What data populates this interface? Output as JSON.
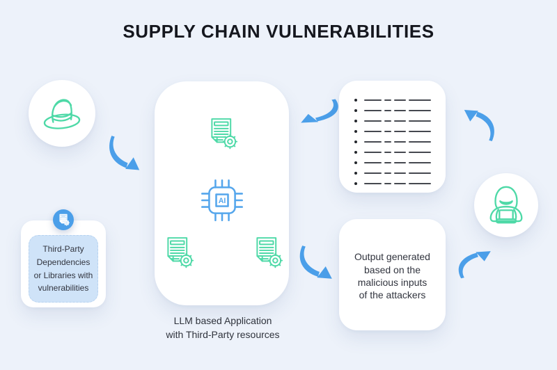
{
  "title": "SUPPLY CHAIN VULNERABILITIES",
  "colors": {
    "background": "#edf2fa",
    "accent_green": "#4ed9a7",
    "accent_blue": "#4b9fe9",
    "chip_blue": "#55a6ec",
    "title_ink": "#15171e",
    "body_text": "#31343e",
    "redacted_line": "#45484f",
    "panel_blue": "#cfe3f8"
  },
  "nodes": {
    "white_hat": {
      "icon": "fedora-hat-icon"
    },
    "third_party_card": {
      "badge_icon": "document-gear-icon",
      "lines": [
        "Third-Party",
        "Dependencies",
        "or Libraries with",
        "vulnerabilities"
      ]
    },
    "llm_app": {
      "chip_label": "AI",
      "icons": [
        "document-gear-icon",
        "ai-chip-icon",
        "document-gear-icon",
        "document-gear-icon"
      ],
      "caption_lines": [
        "LLM based Application",
        "with Third-Party resources"
      ]
    },
    "prompt_list_card": {
      "rows": 9,
      "segment_widths": [
        25,
        10,
        17,
        32
      ]
    },
    "output_card": {
      "lines": [
        "Output generated",
        "based on the",
        "malicious inputs",
        "of the attackers"
      ]
    },
    "attacker": {
      "icon": "hacker-hoodie-icon"
    }
  },
  "arrows": [
    {
      "from": "white-hat",
      "to": "llm-app"
    },
    {
      "from": "prompt-list",
      "to": "llm-app"
    },
    {
      "from": "llm-app",
      "to": "output"
    },
    {
      "from": "attacker",
      "to": "prompt-list"
    },
    {
      "from": "output",
      "to": "attacker"
    }
  ]
}
